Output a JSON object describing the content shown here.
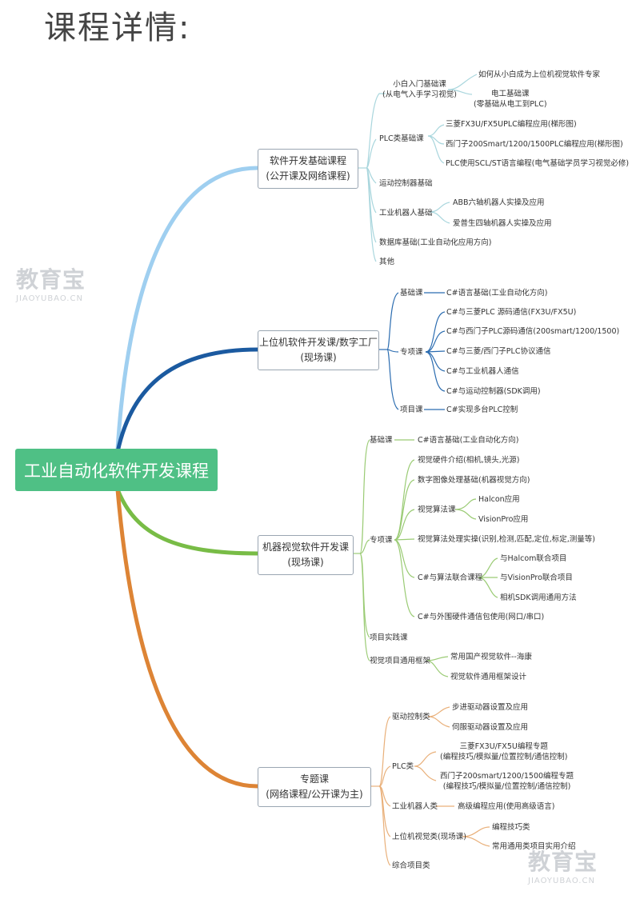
{
  "page_title": "课程详情:",
  "root": "工业自动化软件开发课程",
  "branch1": {
    "line1": "软件开发基础课程",
    "line2": "(公开课及网络课程)",
    "items": {
      "a": "小白入门基础课",
      "a2": "(从电气入手学习视觉)",
      "a_1": "如何从小白成为上位机视觉软件专家",
      "a_2": "电工基础课",
      "a_2b": "(零基础从电工到PLC)",
      "b": "PLC类基础课",
      "b_1": "三菱FX3U/FX5UPLC编程应用(梯形图)",
      "b_2": "西门子200Smart/1200/1500PLC编程应用(梯形图)",
      "b_3": "PLC使用SCL/ST语言编程(电气基础学员学习视觉必修)",
      "c": "运动控制器基础",
      "d": "工业机器人基础",
      "d_1": "ABB六轴机器人实操及应用",
      "d_2": "爱普生四轴机器人实操及应用",
      "e": "数据库基础(工业自动化应用方向)",
      "f": "其他"
    }
  },
  "branch2": {
    "line1": "上位机软件开发课/数字工厂",
    "line2": "(现场课)",
    "items": {
      "a": "基础课",
      "a_1": "C#语言基础(工业自动化方向)",
      "b": "专项课",
      "b_1": "C#与三菱PLC 源码通信(FX3U/FX5U)",
      "b_2": "C#与西门子PLC源码通信(200smart/1200/1500)",
      "b_3": "C#与三菱/西门子PLC协议通信",
      "b_4": "C#与工业机器人通信",
      "b_5": "C#与运动控制器(SDK调用)",
      "c": "项目课",
      "c_1": "C#实现多台PLC控制"
    }
  },
  "branch3": {
    "line1": "机器视觉软件开发课",
    "line2": "(现场课)",
    "items": {
      "a": "基础课",
      "a_1": "C#语言基础(工业自动化方向)",
      "b": "专项课",
      "b_1": "视觉硬件介绍(相机,镜头,光源)",
      "b_2": "数字图像处理基础(机器视觉方向)",
      "b_3": "视觉算法课",
      "b_3_1": "Halcon应用",
      "b_3_2": "VisionPro应用",
      "b_4": "视觉算法处理实操(识别,检测,匹配,定位,标定,测量等)",
      "b_5": "C#与算法联合课程",
      "b_5_1": "与Halcom联合项目",
      "b_5_2": "与VisionPro联合项目",
      "b_5_3": "相机SDK调用通用方法",
      "b_6": "C#与外围硬件通信包使用(网口/串口)",
      "c": "项目实践课",
      "d": "视觉项目通用框架",
      "d_1": "常用国产视觉软件--海康",
      "d_2": "视觉软件通用框架设计"
    }
  },
  "branch4": {
    "line1": "专题课",
    "line2": "(网络课程/公开课为主)",
    "items": {
      "a": "驱动控制类",
      "a_1": "步进驱动器设置及应用",
      "a_2": "伺服驱动器设置及应用",
      "b": "PLC类",
      "b_1": "三菱FX3U/FX5U编程专题",
      "b_1b": "(编程技巧/模拟量/位置控制/通信控制)",
      "b_2": "西门子200smart/1200/1500编程专题",
      "b_2b": "(编程技巧/模拟量/位置控制/通信控制)",
      "c": "工业机器人类",
      "c_1": "高级编程应用(使用高级语言)",
      "d": "上位机视觉类(现场课)",
      "d_1": "编程技巧类",
      "d_2": "常用通用类项目实用介绍",
      "e": "综合项目类"
    }
  },
  "watermark": {
    "big": "教育宝",
    "small": "JIAOYUBAO.CN"
  },
  "colors": {
    "root": "#4fc085",
    "branch1": "#9fcff0",
    "branch2": "#1b5aa0",
    "branch3": "#78bc46",
    "branch4": "#dd8435",
    "sub1": "#a9d6dd",
    "sub2": "#2b6cb0",
    "sub3": "#9acb74",
    "sub4": "#e9b07a"
  }
}
